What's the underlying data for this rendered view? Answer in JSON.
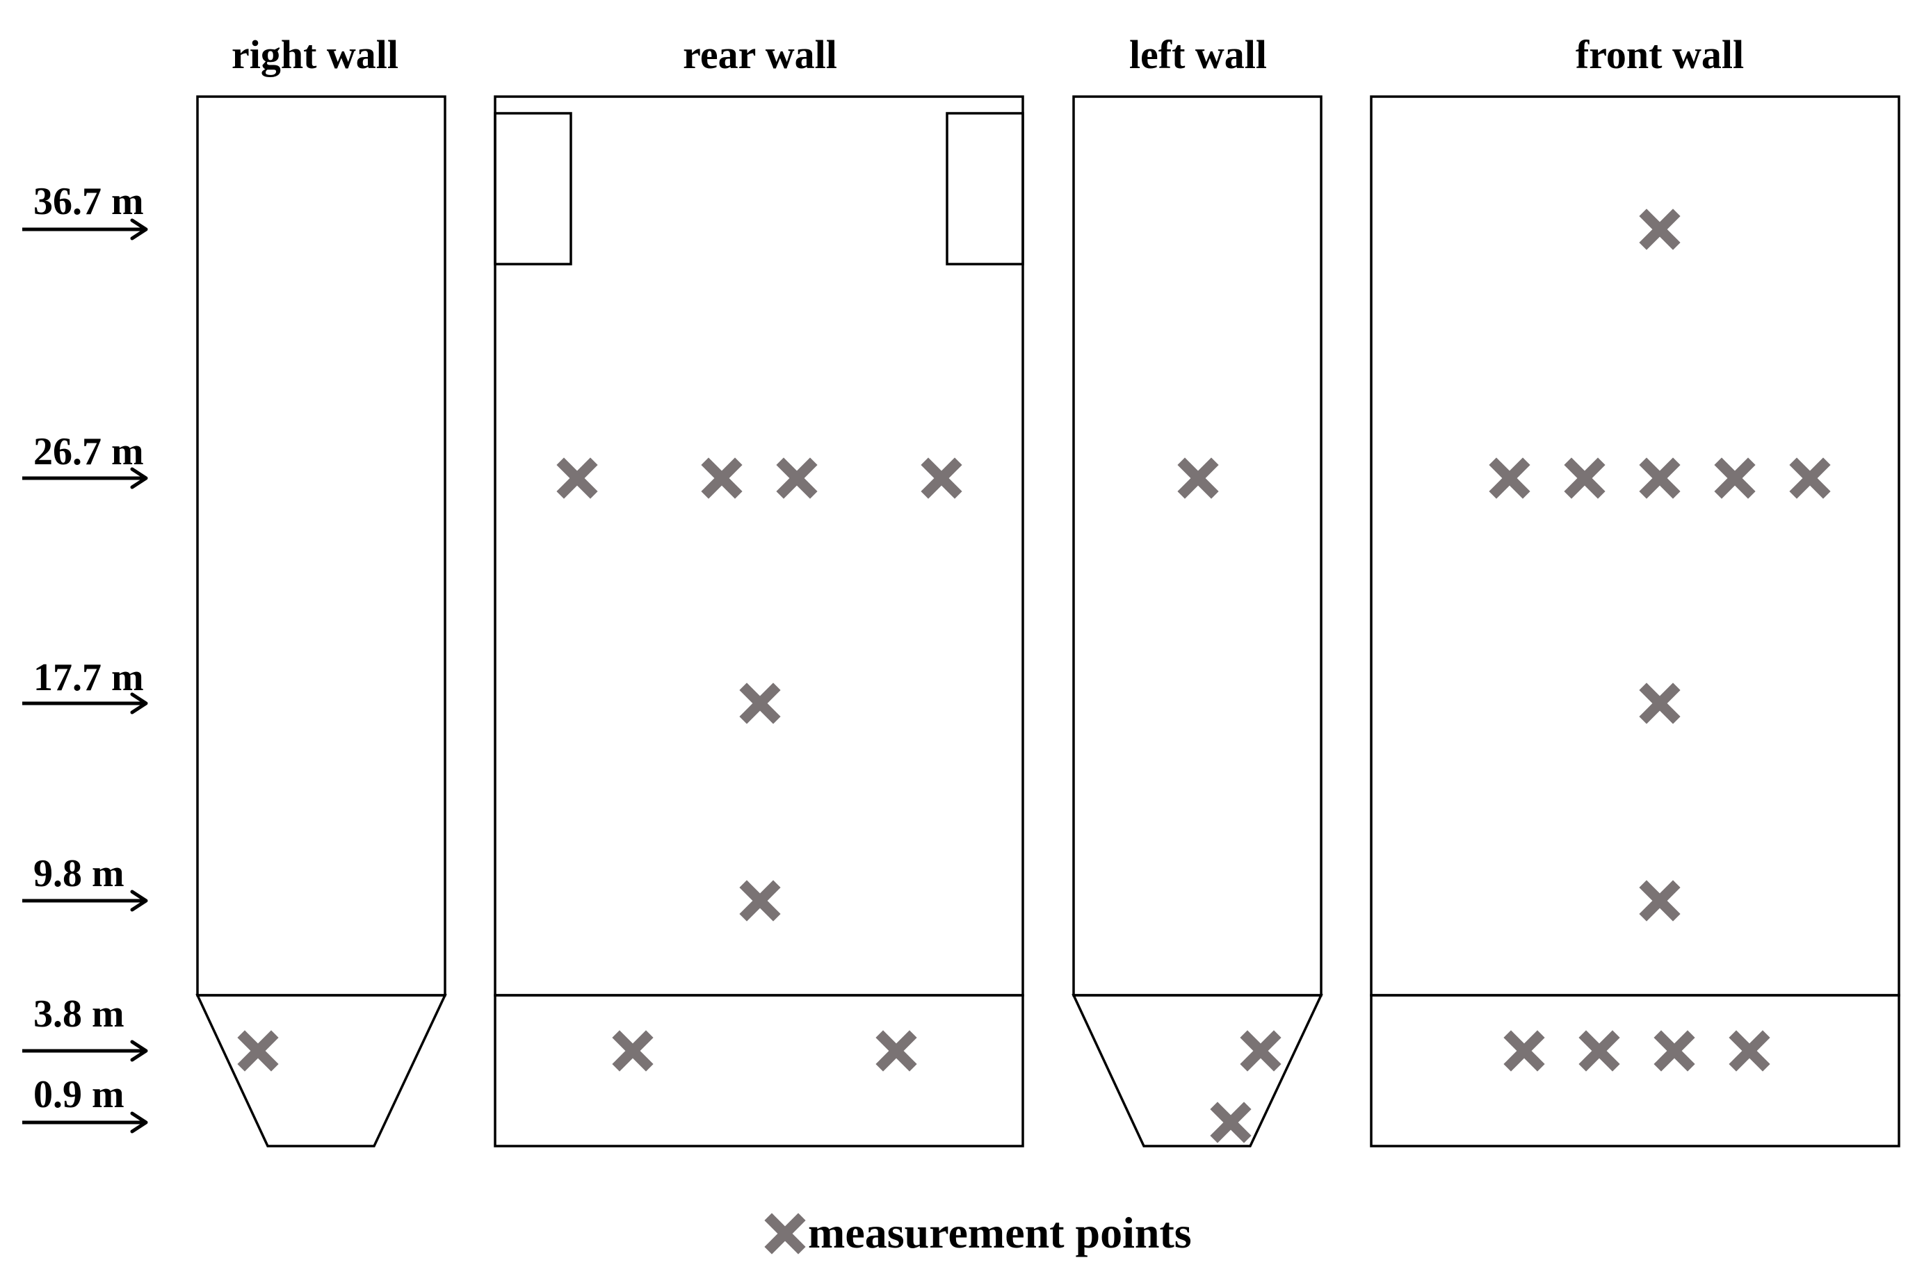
{
  "colors": {
    "marker": "#7a7374",
    "line": "#000000"
  },
  "walls": {
    "right": {
      "title": "right wall"
    },
    "rear": {
      "title": "rear wall"
    },
    "left": {
      "title": "left wall"
    },
    "front": {
      "title": "front wall"
    }
  },
  "heights": [
    "36.7 m",
    "26.7 m",
    "17.7 m",
    "9.8 m",
    "3.8 m",
    "0.9 m"
  ],
  "legend": {
    "label": "measurement points",
    "icon": "x-mark-icon"
  }
}
